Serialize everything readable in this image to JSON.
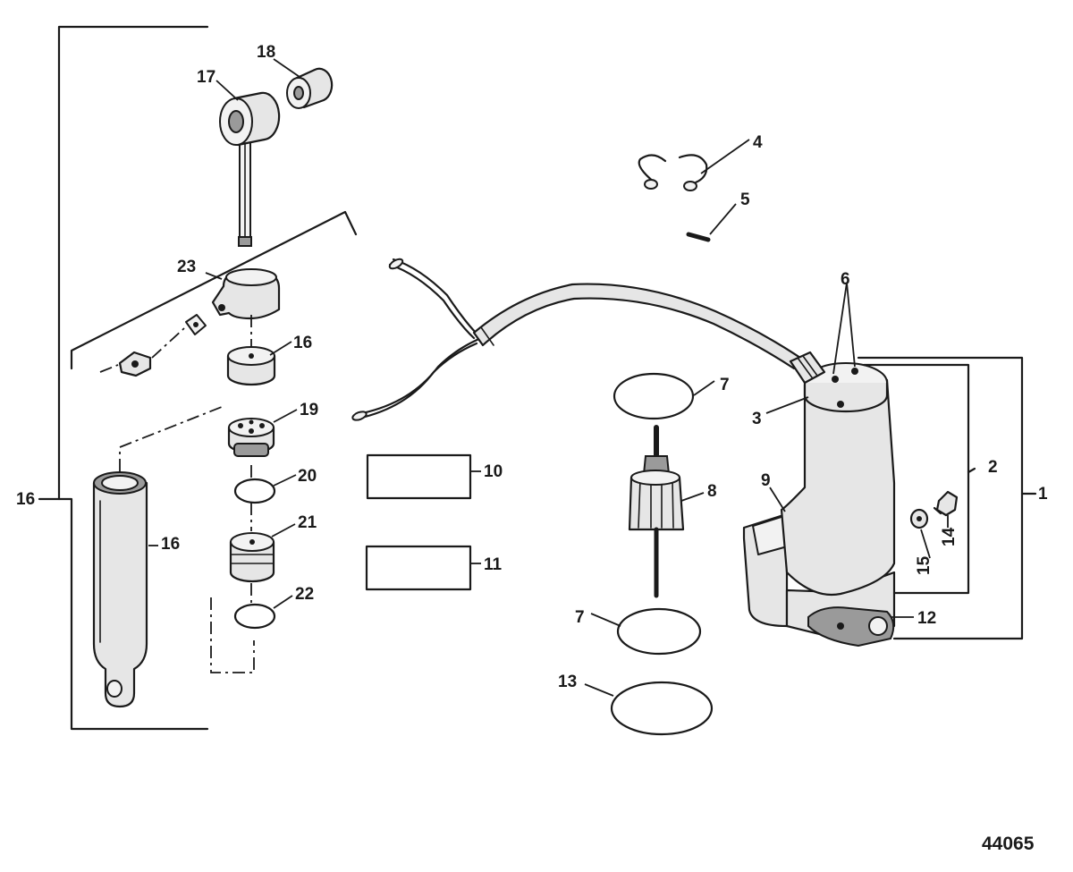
{
  "callouts": {
    "c1": "1",
    "c2": "2",
    "c3": "3",
    "c4": "4",
    "c5": "5",
    "c6": "6",
    "c7a": "7",
    "c7b": "7",
    "c8": "8",
    "c9": "9",
    "c10": "10",
    "c11": "11",
    "c12": "12",
    "c13": "13",
    "c14": "14",
    "c15": "15",
    "c16a": "16",
    "c16b": "16",
    "c16c": "16",
    "c17": "17",
    "c18": "18",
    "c19": "19",
    "c20": "20",
    "c21": "21",
    "c22": "22",
    "c23": "23"
  },
  "figure_number": "44065"
}
